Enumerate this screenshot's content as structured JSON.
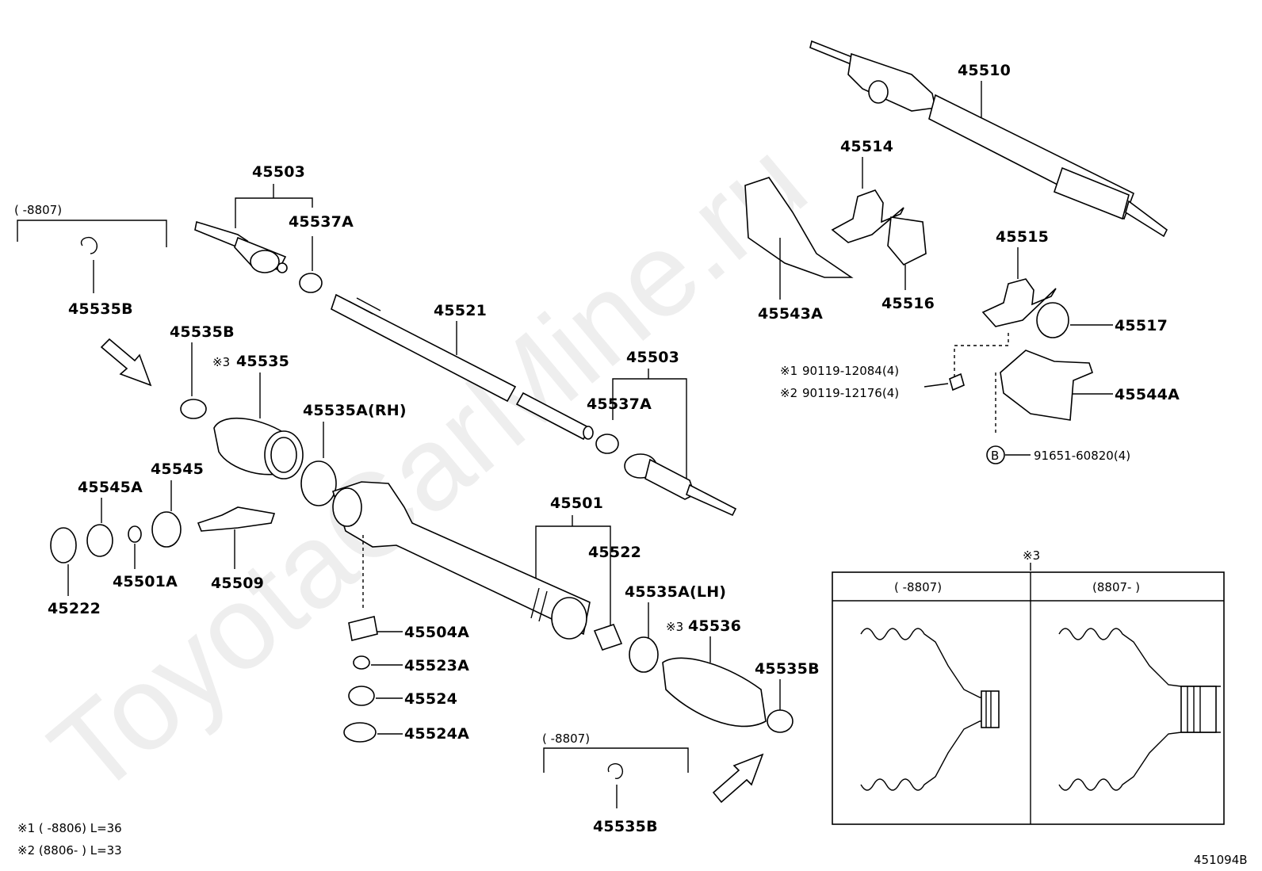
{
  "watermark": "ToyotaCarMine.ru",
  "diagram_id": "451094B",
  "labels": {
    "p45503_top": "45503",
    "p45537A_top": "45537A",
    "p45521": "45521",
    "p45503_right": "45503",
    "p45537A_right": "45537A",
    "p45535B_left": "45535B",
    "p45535B_mid": "45535B",
    "p45535": "45535",
    "p45535A_RH": "45535A(RH)",
    "p45545A": "45545A",
    "p45545": "45545",
    "p45222": "45222",
    "p45501A": "45501A",
    "p45509": "45509",
    "p45501": "45501",
    "p45522": "45522",
    "p45535A_LH": "45535A(LH)",
    "p45536": "45536",
    "p45535B_right": "45535B",
    "p45504A": "45504A",
    "p45523A": "45523A",
    "p45524": "45524",
    "p45524A": "45524A",
    "p45535B_bottom": "45535B",
    "p45510": "45510",
    "p45514": "45514",
    "p45543A": "45543A",
    "p45516": "45516",
    "p45515": "45515",
    "p45517": "45517",
    "p45544A": "45544A",
    "bolt1": "90119-12084(4)",
    "bolt2": "90119-12176(4)",
    "nut": "91651-60820(4)",
    "circle_b": "B"
  },
  "marks": {
    "ref1": "※1",
    "ref2": "※2",
    "ref3": "※3"
  },
  "ranges": {
    "top_left": "(    -8807)",
    "bottom_mid": "(    -8807)",
    "table_left": "(    -8807)",
    "table_right": "(8807-    )"
  },
  "notes": {
    "note1": "※1 (      -8806) L=36",
    "note2": "※2 (8806-      ) L=33"
  }
}
